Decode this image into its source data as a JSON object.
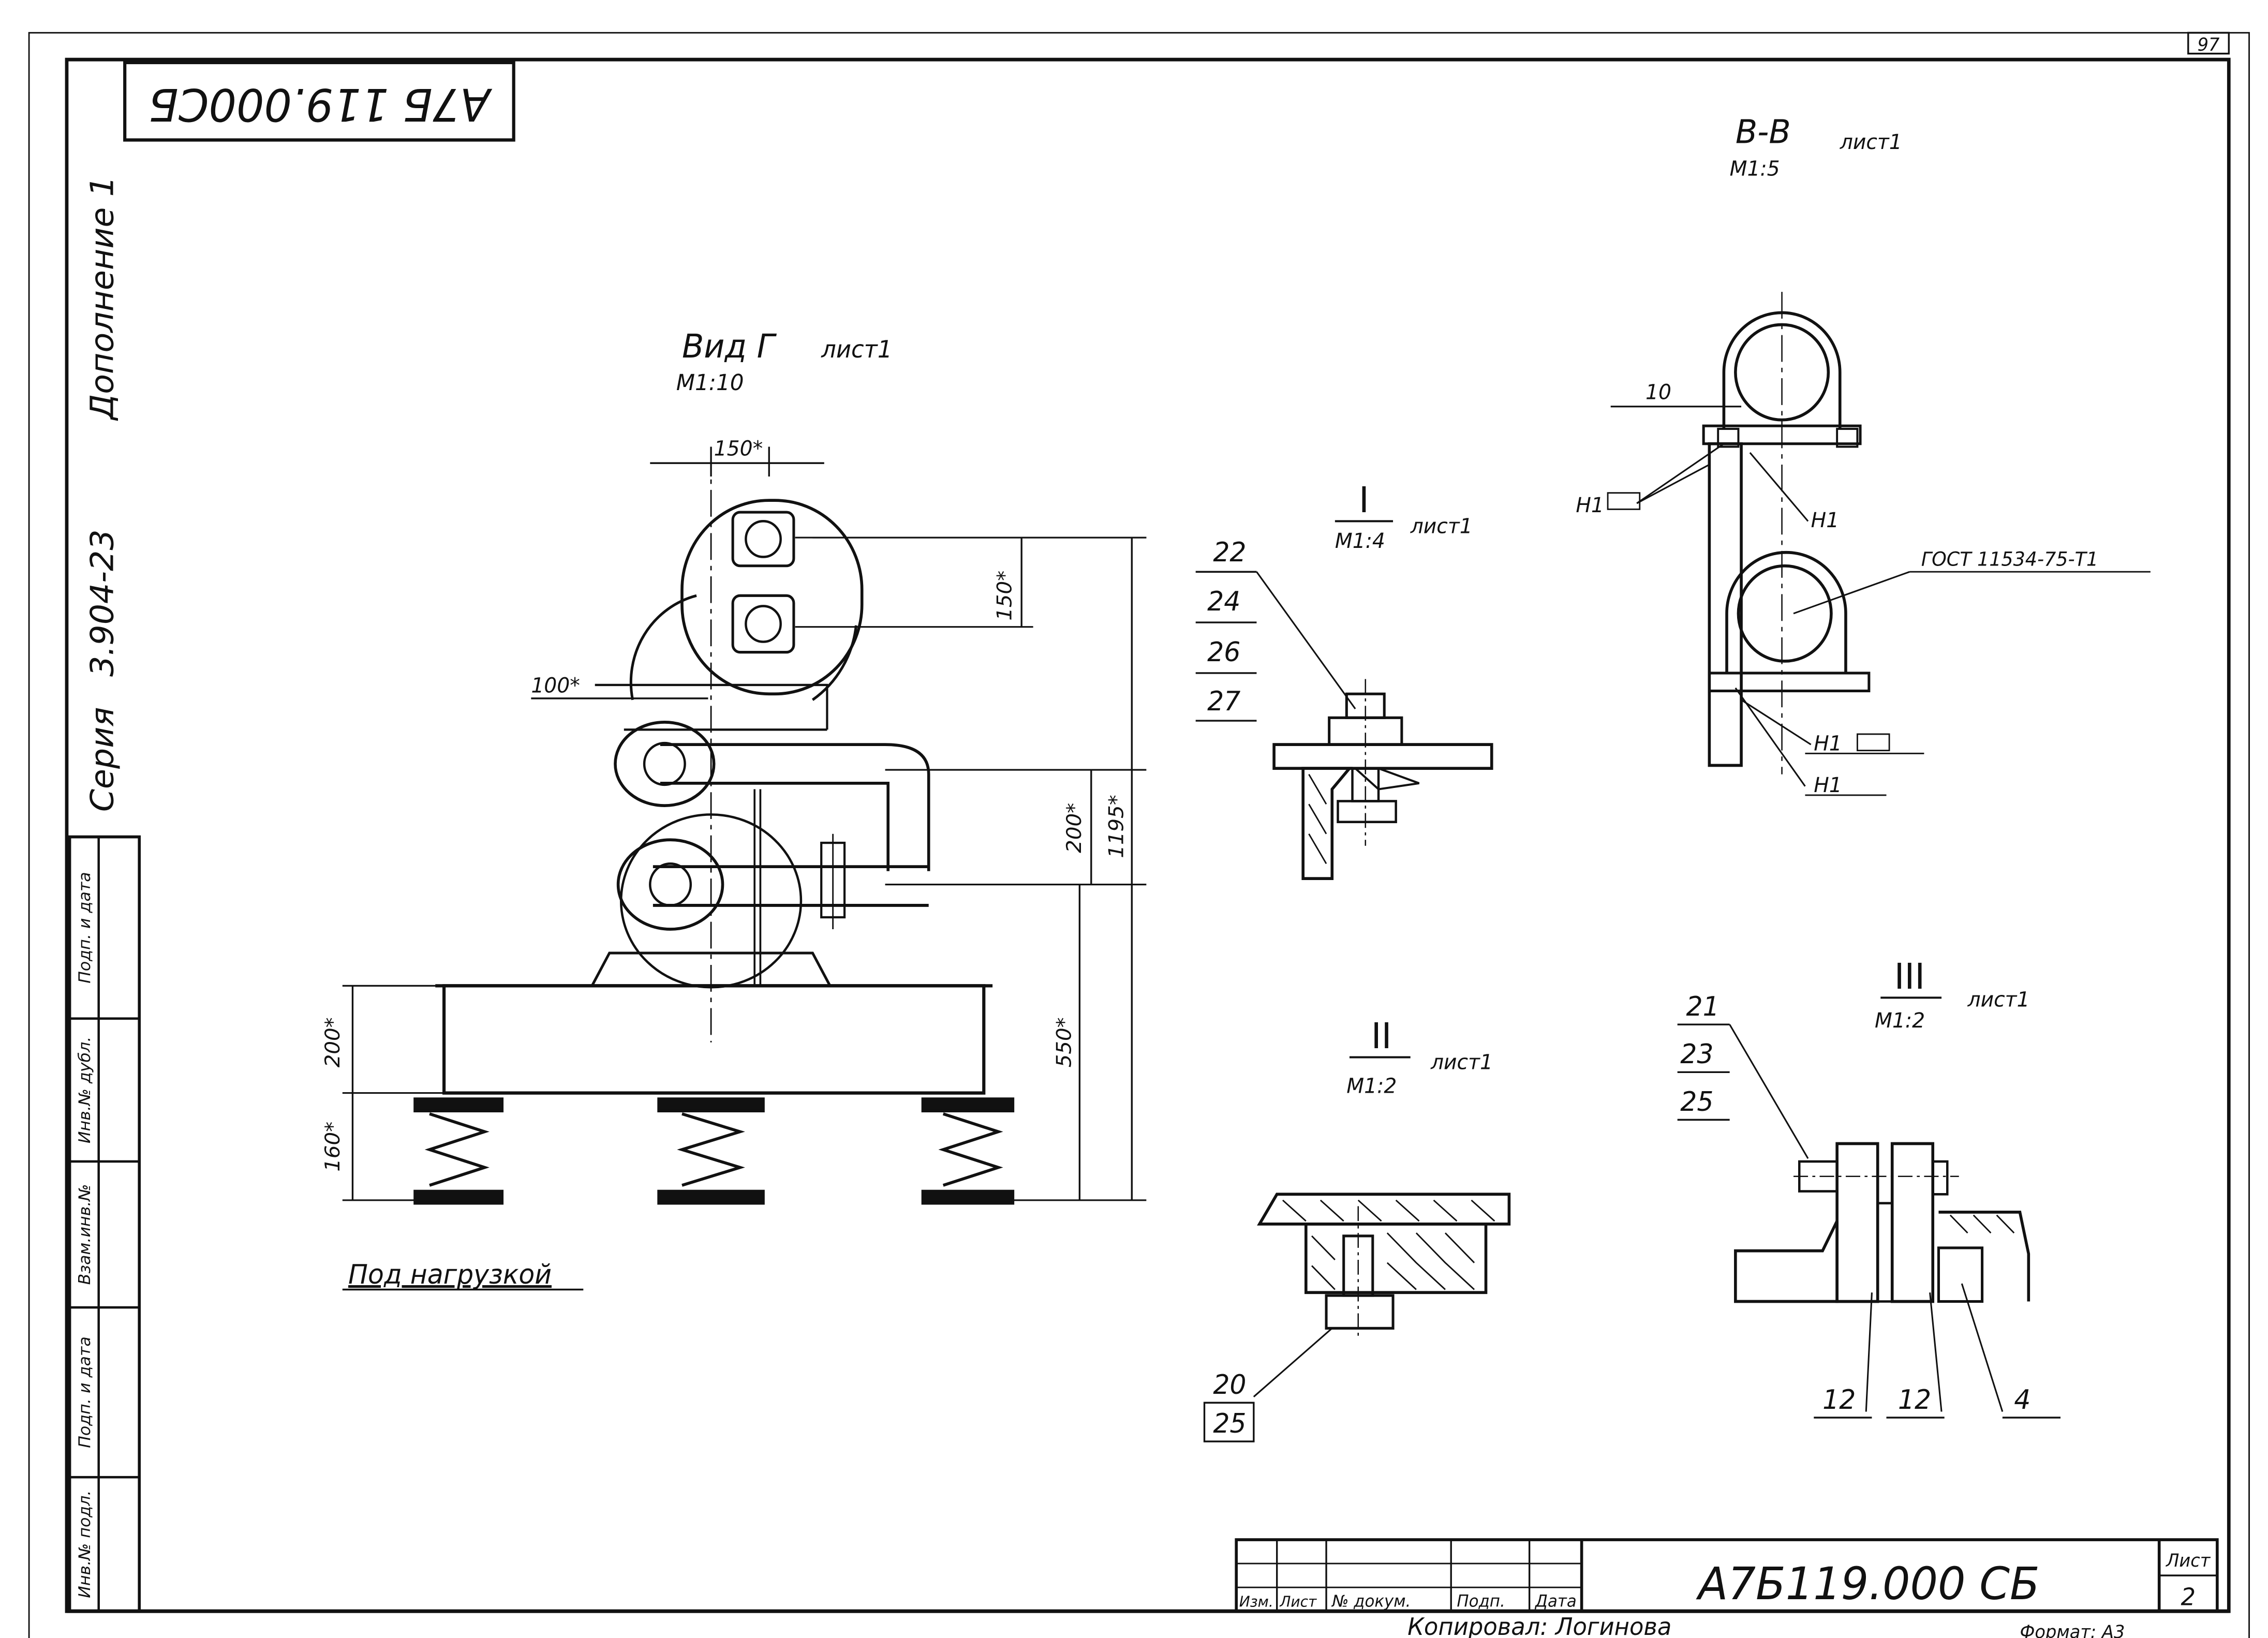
{
  "sheet": {
    "page_number": "97",
    "top_stamp": "А7Б 119.000СБ",
    "series_block": {
      "supplement": "Дополнение 1",
      "series_number": "3.904-23",
      "series_label": "Серия"
    },
    "side_stamp_cells": [
      "Подп. и дата",
      "Инв.№ дубл.",
      "Взам.инв.№",
      "Подп. и дата",
      "Инв.№ подл."
    ]
  },
  "views": {
    "view_g": {
      "title": "Вид Г",
      "sheet_ref": "лист1",
      "scale": "М1:10",
      "dims": [
        "150*",
        "150*",
        "100*",
        "200*",
        "1195*",
        "550*",
        "200*",
        "160*"
      ],
      "note": "Под нагрузкой"
    },
    "section_bb": {
      "title": "В-В",
      "sheet_ref": "лист1",
      "scale": "М1:5",
      "dim": "10",
      "labels": [
        "Н1",
        "Н1",
        "Н1",
        "Н1"
      ],
      "standard": "ГОСТ 11534-75-Т1"
    },
    "detail_1": {
      "numeral": "I",
      "scale": "М1:4",
      "sheet_ref": "лист1",
      "positions": [
        "22",
        "24",
        "26",
        "27"
      ]
    },
    "detail_2": {
      "numeral": "II",
      "scale": "М1:2",
      "sheet_ref": "лист1",
      "positions": [
        "20",
        "25"
      ]
    },
    "detail_3": {
      "numeral": "III",
      "scale": "М1:2",
      "sheet_ref": "лист1",
      "positions": [
        "21",
        "23",
        "25"
      ],
      "bottom_positions": [
        "12",
        "12",
        "4"
      ]
    }
  },
  "title_block": {
    "designation": "А7Б119.000 СБ",
    "sheet_label": "Лист",
    "sheet_number": "2",
    "columns": [
      "Изм.",
      "Лист",
      "№ докум.",
      "Подп.",
      "Дата"
    ],
    "copied_by": "Копировал: Логинова",
    "format": "Формат: А3"
  }
}
